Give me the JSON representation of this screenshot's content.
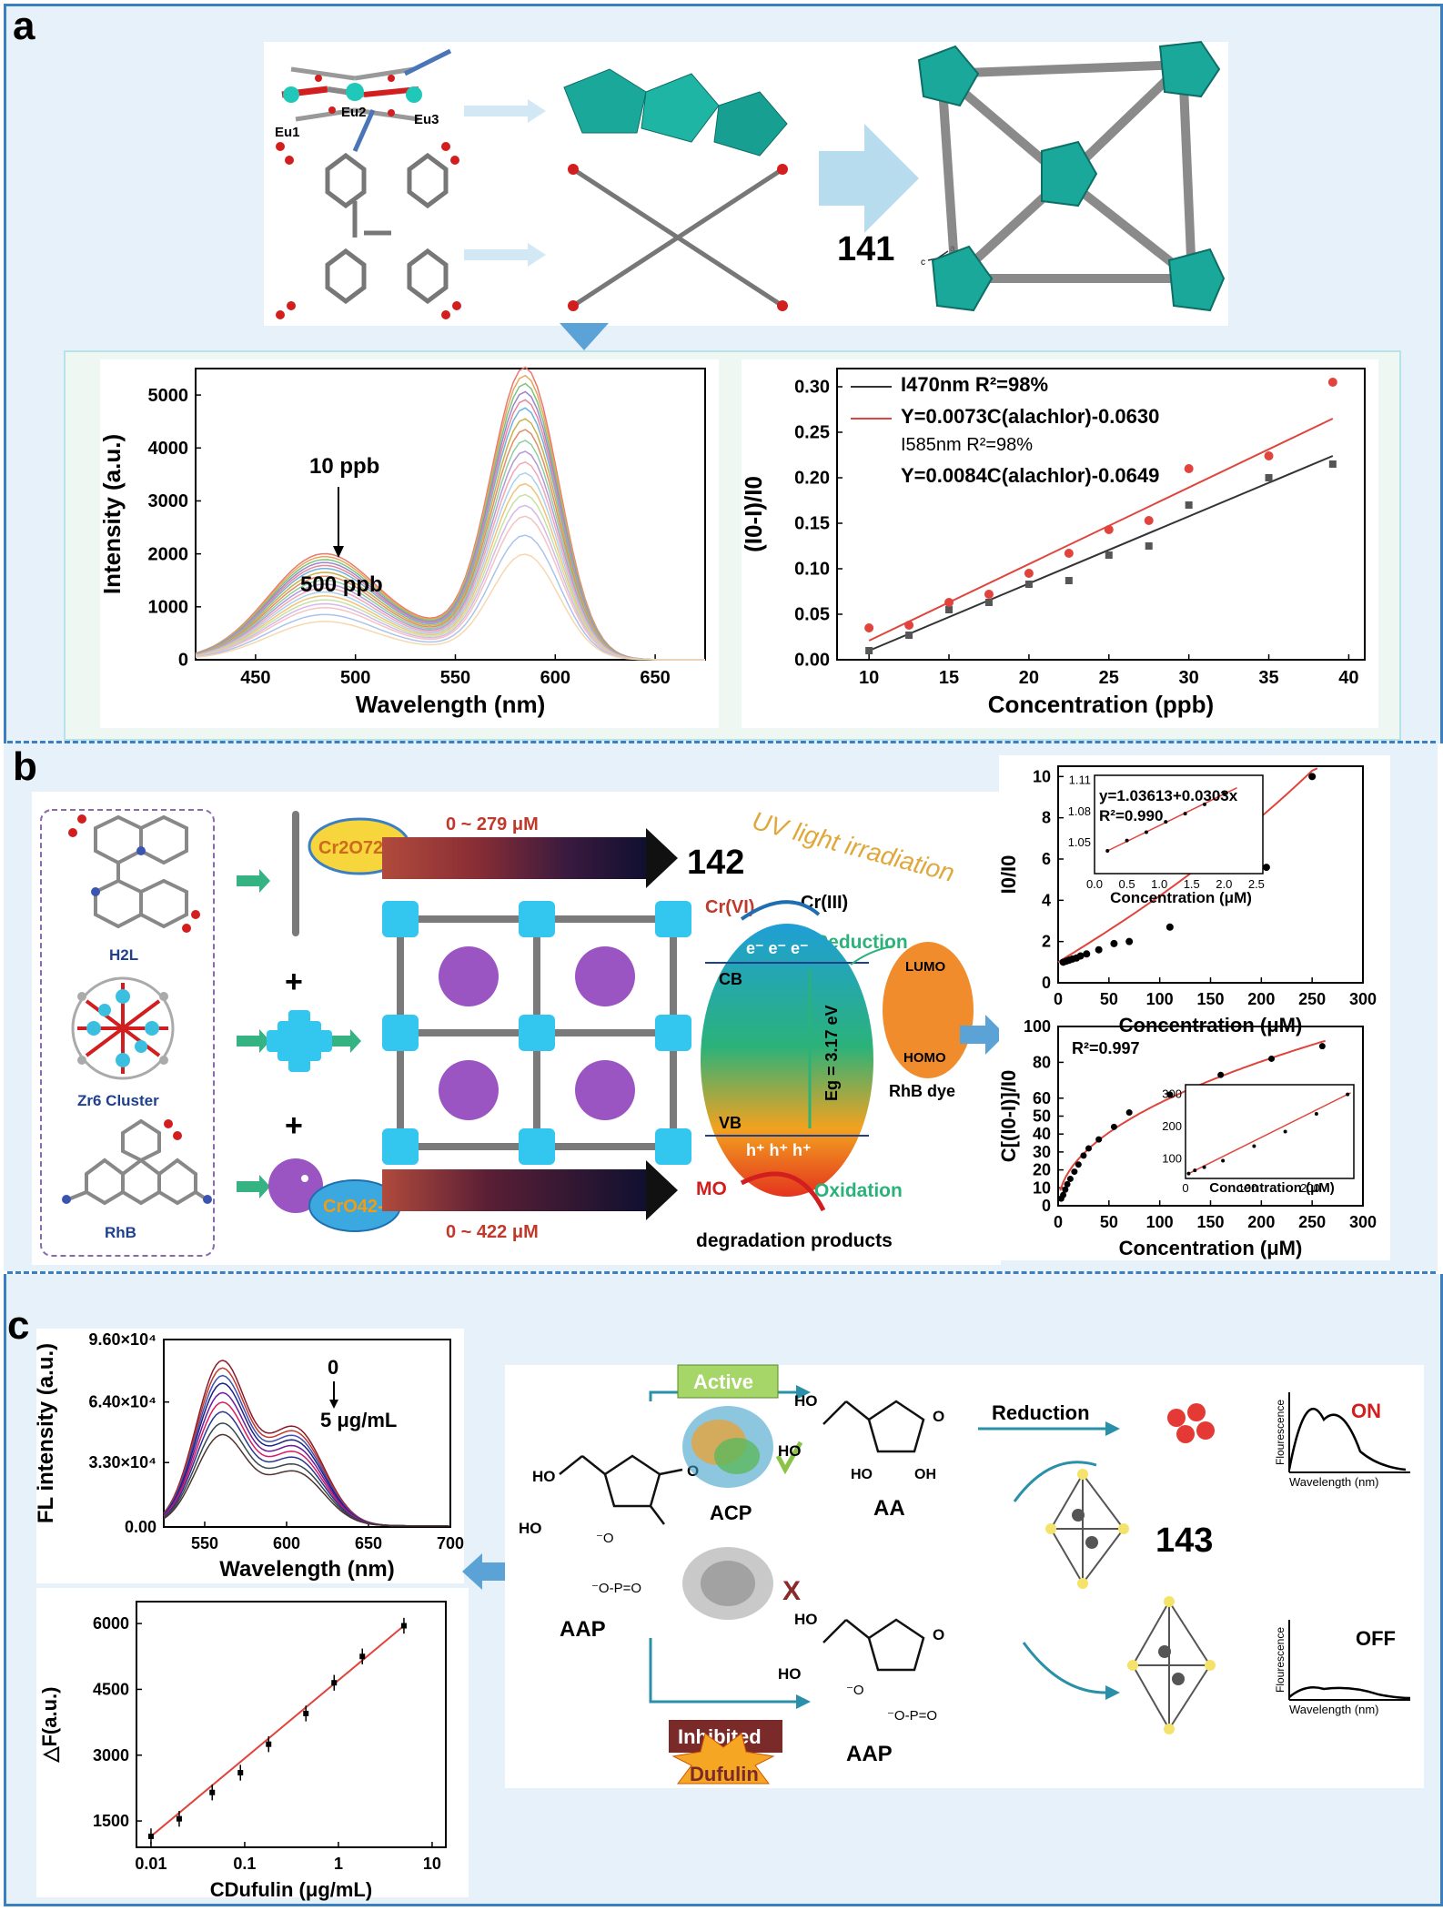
{
  "panels": {
    "a": "a",
    "b": "b",
    "c": "c"
  },
  "a": {
    "atoms": [
      "Eu1",
      "Eu2",
      "Eu3"
    ],
    "compound": "141",
    "axes_labels": [
      "a",
      "b",
      "c"
    ]
  },
  "b": {
    "ligands": [
      "H2L",
      "Zr6 Cluster",
      "RhB"
    ],
    "compound": "142",
    "cr2o7": "Cr2O72-",
    "cro4": "CrO42-",
    "range_top": "0 ~ 279 μM",
    "range_bottom": "0 ~ 422 μM",
    "uv": "UV light irradiation",
    "crvi": "Cr(VI)",
    "criii": "Cr(III)",
    "reduction": "Reduction",
    "cb": "CB",
    "vb": "VB",
    "eg": "Eg = 3.17 eV",
    "electrons": "e⁻  e⁻  e⁻",
    "holes": "h⁺ h⁺ h⁺",
    "lumo": "LUMO",
    "homo": "HOMO",
    "rhb_dye": "RhB dye",
    "mo": "MO",
    "oxidation": "Oxidation",
    "degradation": "degradation products"
  },
  "c": {
    "active": "Active",
    "inhibited": "Inhibited",
    "dufulin": "Dufulin",
    "acp": "ACP",
    "aap_left": "AAP",
    "aa": "AA",
    "aap_right": "AAP",
    "reduction": "Reduction",
    "compound": "143",
    "on": "ON",
    "off": "OFF",
    "flour_y": "Flourescence",
    "flour_x": "Wavelength (nm)"
  },
  "chart_data": [
    {
      "id": "a-left",
      "type": "line",
      "xlabel": "Wavelength (nm)",
      "ylabel": "Intensity (a.u.)",
      "xlim": [
        420,
        675
      ],
      "ylim": [
        0,
        5500
      ],
      "xticks": [
        "450",
        "500",
        "550",
        "600",
        "650"
      ],
      "yticks": [
        "0",
        "1000",
        "2000",
        "3000",
        "4000",
        "5000"
      ],
      "annotations": [
        "10 ppb",
        "500 ppb"
      ],
      "peak_scale": [
        5400,
        5250,
        5100,
        4950,
        4800,
        4650,
        4450,
        4250,
        4050,
        3850,
        3650,
        3450,
        3250,
        3050,
        2850,
        2650,
        2300,
        1950
      ],
      "colors": [
        "#e8796e",
        "#e8a75a",
        "#7bc47f",
        "#9b87c9",
        "#e7869e",
        "#6fb3d9",
        "#c9b04a",
        "#e08e6a",
        "#8fcf9f",
        "#b39ad6",
        "#f0a8b8",
        "#a8d3ea",
        "#f3c27a",
        "#c6e2a4",
        "#d7b8e8",
        "#f4c3c3",
        "#a9c4ea",
        "#f6d8b0"
      ]
    },
    {
      "id": "a-right",
      "type": "scatter",
      "xlabel": "Concentration (ppb)",
      "ylabel": "(I0-I)/I0",
      "xlim": [
        8,
        41
      ],
      "ylim": [
        0,
        0.32
      ],
      "xticks": [
        "10",
        "15",
        "20",
        "25",
        "30",
        "35",
        "40"
      ],
      "yticks": [
        "0.00",
        "0.05",
        "0.10",
        "0.15",
        "0.20",
        "0.25",
        "0.30"
      ],
      "legend": [
        "I470nm R²=98%",
        "Y=0.0073C(alachlor)-0.0630",
        "I585nm R²=98%",
        "Y=0.0084C(alachlor)-0.0649"
      ],
      "series": [
        {
          "name": "I470nm",
          "color": "#333333",
          "x": [
            10,
            12.5,
            15,
            17.5,
            20,
            22.5,
            25,
            27.5,
            30,
            35,
            39
          ],
          "y": [
            0.01,
            0.027,
            0.055,
            0.063,
            0.083,
            0.087,
            0.115,
            0.125,
            0.17,
            0.2,
            0.215
          ]
        },
        {
          "name": "I585nm",
          "color": "#e0443c",
          "x": [
            10,
            12.5,
            15,
            17.5,
            20,
            22.5,
            25,
            27.5,
            30,
            35,
            39
          ],
          "y": [
            0.035,
            0.038,
            0.063,
            0.072,
            0.095,
            0.117,
            0.143,
            0.153,
            0.21,
            0.224,
            0.305
          ]
        }
      ],
      "fits": [
        {
          "color": "#333333",
          "x": [
            10,
            39
          ],
          "y": [
            0.01,
            0.224
          ]
        },
        {
          "color": "#e0443c",
          "x": [
            10,
            39
          ],
          "y": [
            0.021,
            0.265
          ]
        }
      ]
    },
    {
      "id": "b-top",
      "type": "scatter",
      "xlabel": "Concentration (μM)",
      "ylabel": "I0/I0",
      "xlim": [
        0,
        300
      ],
      "ylim": [
        0,
        10.5
      ],
      "xticks": [
        "0",
        "50",
        "100",
        "150",
        "200",
        "250",
        "300"
      ],
      "yticks": [
        "0",
        "2",
        "4",
        "6",
        "8",
        "10"
      ],
      "x": [
        5,
        8,
        11,
        14,
        18,
        22,
        28,
        40,
        55,
        70,
        110,
        205,
        250
      ],
      "y": [
        1.0,
        1.05,
        1.1,
        1.15,
        1.2,
        1.3,
        1.4,
        1.6,
        1.9,
        2.0,
        2.7,
        5.6,
        10.0
      ],
      "inset": {
        "equation": "y=1.03613+0.0303x",
        "r2": "R²=0.990",
        "xlabel": "Concentration (μM)",
        "xlim": [
          0,
          2.6
        ],
        "ylim": [
          1.02,
          1.115
        ],
        "xticks": [
          "0.0",
          "0.5",
          "1.0",
          "1.5",
          "2.0",
          "2.5"
        ],
        "yticks": [
          "1.05",
          "1.08",
          "1.11"
        ],
        "x": [
          0.2,
          0.5,
          0.8,
          1.1,
          1.4,
          1.7,
          2.0
        ],
        "y": [
          1.042,
          1.052,
          1.06,
          1.07,
          1.078,
          1.087,
          1.097
        ]
      }
    },
    {
      "id": "b-bottom",
      "type": "scatter",
      "xlabel": "Concentration (μM)",
      "ylabel": "C[(I0-I)]/I0",
      "xlim": [
        0,
        300
      ],
      "ylim": [
        0,
        100
      ],
      "xticks": [
        "0",
        "50",
        "100",
        "150",
        "200",
        "250",
        "300"
      ],
      "yticks": [
        "0",
        "10",
        "20",
        "30",
        "40",
        "50",
        "60",
        "80",
        "100"
      ],
      "r2": "R²=0.997",
      "x": [
        3,
        5,
        7,
        9,
        12,
        16,
        20,
        25,
        30,
        40,
        55,
        70,
        110,
        160,
        210,
        260
      ],
      "y": [
        4,
        6,
        9,
        12,
        15,
        19,
        23,
        28,
        32,
        37,
        44,
        52,
        62,
        73,
        82,
        89
      ],
      "inset": {
        "xlabel": "Concentration (μM)",
        "xlim": [
          0,
          270
        ],
        "ylim": [
          40,
          330
        ],
        "xticks": [
          "0",
          "100",
          "200"
        ],
        "yticks": [
          "100",
          "200",
          "300"
        ],
        "x": [
          5,
          15,
          30,
          60,
          110,
          160,
          210,
          260
        ],
        "y": [
          55,
          65,
          75,
          95,
          140,
          185,
          240,
          300
        ]
      }
    },
    {
      "id": "c-top",
      "type": "line",
      "xlabel": "Wavelength (nm)",
      "ylabel": "FL intensity (a.u.)",
      "xlim": [
        525,
        700
      ],
      "ylim": [
        0,
        96000
      ],
      "xticks": [
        "550",
        "600",
        "650",
        "700"
      ],
      "yticks": [
        "0.00",
        "3.30×10⁴",
        "6.40×10⁴",
        "9.60×10⁴"
      ],
      "annotations": [
        "0",
        "5 μg/mL"
      ],
      "peak_scale": [
        87000,
        83000,
        79000,
        75000,
        70000,
        65000,
        60000,
        54000,
        48000
      ],
      "colors": [
        "#8b1a2b",
        "#c0392b",
        "#3f51b5",
        "#1a237e",
        "#6a1b9a",
        "#d81b60",
        "#283593",
        "#37474f",
        "#4e342e"
      ]
    },
    {
      "id": "c-bottom",
      "type": "scatter",
      "xlabel": "CDufulin (μg/mL)",
      "ylabel": "△F(a.u.)",
      "xscale": "log",
      "xlim": [
        0.007,
        14
      ],
      "ylim": [
        900,
        6500
      ],
      "xticks": [
        "0.01",
        "0.1",
        "1",
        "10"
      ],
      "yticks": [
        "1500",
        "3000",
        "4500",
        "6000"
      ],
      "x": [
        0.01,
        0.02,
        0.045,
        0.09,
        0.18,
        0.45,
        0.9,
        1.8,
        5
      ],
      "y": [
        1150,
        1550,
        2150,
        2600,
        3250,
        3950,
        4650,
        5250,
        5950
      ]
    }
  ]
}
